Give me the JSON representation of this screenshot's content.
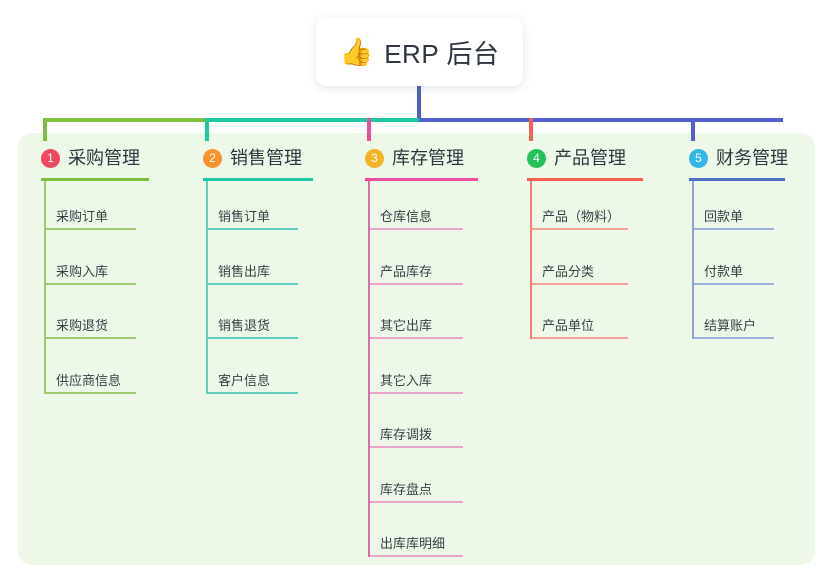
{
  "diagram": {
    "type": "mindmap",
    "title": "ERP 后台",
    "background_color": "#ffffff",
    "panel_color": "#eef8e9",
    "root": {
      "emoji": "👍",
      "emoji_name": "thumbs-up-icon",
      "label": "ERP 后台",
      "stem_color": "#4e5ec6"
    },
    "trunk": {
      "segments": [
        {
          "color": "#7dbe3f"
        },
        {
          "color": "#1ec8a5"
        },
        {
          "color": "#5460cf"
        }
      ]
    },
    "branches": [
      {
        "number": "1",
        "label": "采购管理",
        "badge_color": "#f0485f",
        "rule_color": "#7dbe3f",
        "drop_color": "#7dbe3f",
        "spine_color": "#9ecb72",
        "leaf_rule_color": "#9ecb72",
        "leaves": [
          "采购订单",
          "采购入库",
          "采购退货",
          "供应商信息"
        ]
      },
      {
        "number": "2",
        "label": "销售管理",
        "badge_color": "#f7922e",
        "rule_color": "#1ec8a5",
        "drop_color": "#1ec8a5",
        "spine_color": "#63cfc0",
        "leaf_rule_color": "#63cfc0",
        "leaves": [
          "销售订单",
          "销售出库",
          "销售退货",
          "客户信息"
        ]
      },
      {
        "number": "3",
        "label": "库存管理",
        "badge_color": "#f5b324",
        "rule_color": "#e8509f",
        "drop_color": "#e8509f",
        "spine_color": "#e06aaa",
        "leaf_rule_color": "#e8a6c9",
        "leaves": [
          "仓库信息",
          "产品库存",
          "其它出库",
          "其它入库",
          "库存调拨",
          "库存盘点",
          "出库库明细"
        ]
      },
      {
        "number": "4",
        "label": "产品管理",
        "badge_color": "#21c45b",
        "rule_color": "#f4604f",
        "drop_color": "#f4604f",
        "spine_color": "#f28070",
        "leaf_rule_color": "#f5a294",
        "leaves": [
          "产品（物料）",
          "产品分类",
          "产品单位"
        ]
      },
      {
        "number": "5",
        "label": "财务管理",
        "badge_color": "#36b6e8",
        "rule_color": "#4d6fc4",
        "drop_color": "#5460cf",
        "spine_color": "#8da4d8",
        "leaf_rule_color": "#9db3de",
        "leaves": [
          "回款单",
          "付款单",
          "结算账户"
        ]
      }
    ]
  }
}
